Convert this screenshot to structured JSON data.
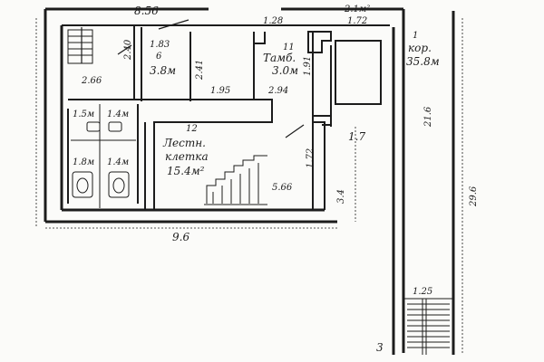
{
  "rooms": {
    "room_6": {
      "number": "6",
      "area": "3.8м"
    },
    "vestibule": {
      "number": "11",
      "name": "Тамб.",
      "area": "3.0м"
    },
    "corridor": {
      "number": "1",
      "name": "кор.",
      "area": "35.8м"
    },
    "stair_hall": {
      "number": "12",
      "name_line1": "Лестн.",
      "name_line2": "клетка",
      "area": "15.4м²"
    },
    "wc_1": {
      "area": "1.5м"
    },
    "wc_2": {
      "area": "1.4м"
    },
    "wc_3": {
      "area": "1.8м"
    },
    "wc_4": {
      "area": "1.4м"
    }
  },
  "dimensions": {
    "top_left": "8.56",
    "top_mid": "1.28",
    "top_right_area": "2.1м²",
    "top_right": "1.72",
    "room6_height": "2.40",
    "room6_width": "1.83",
    "room6_side": "2.41",
    "left_room": "2.66",
    "mid_wall": "1.95",
    "vestibule_w": "2.94",
    "vestibule_h": "1.91",
    "stair_width": "5.66",
    "stair_side": "1.72",
    "bottom_width": "9.6",
    "corridor_inner": "1.7",
    "corridor_len": "21.6",
    "overall_len": "29.6",
    "lower_left": "3.4",
    "stair_bottom": "1.25",
    "cut_bottom": "3"
  },
  "colors": {
    "ink": "#1c1c1c",
    "paper": "#fbfbf9"
  }
}
